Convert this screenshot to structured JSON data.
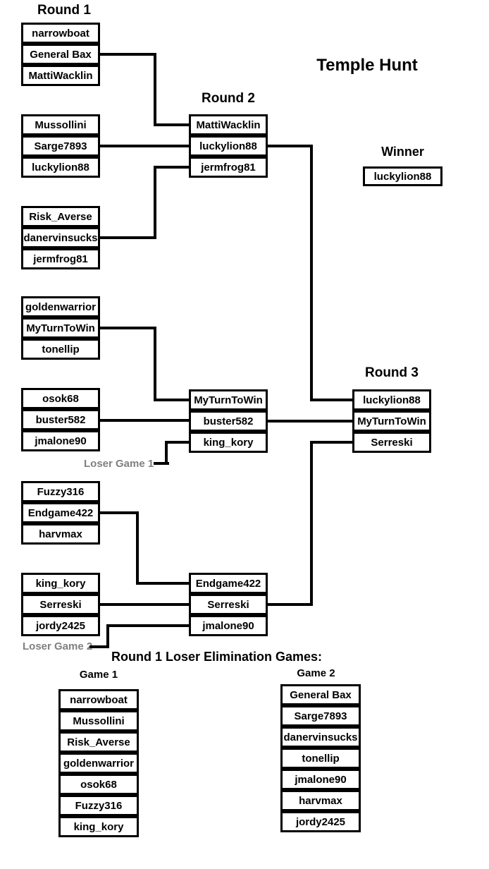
{
  "title": "Temple Hunt",
  "colors": {
    "background": "#ffffff",
    "line": "#000000",
    "box_border": "#000000",
    "loser_label": "#808080"
  },
  "headings": {
    "round1": "Round 1",
    "round2": "Round 2",
    "round3": "Round 3",
    "winner": "Winner",
    "elimination": "Round 1 Loser Elimination Games:",
    "loser_game_1": "Loser Game 1",
    "loser_game_2": "Loser Game 2"
  },
  "round1": {
    "groups": [
      {
        "players": [
          "narrowboat",
          "General Bax",
          "MattiWacklin"
        ]
      },
      {
        "players": [
          "Mussollini",
          "Sarge7893",
          "luckylion88"
        ]
      },
      {
        "players": [
          "Risk_Averse",
          "danervinsucks",
          "jermfrog81"
        ]
      },
      {
        "players": [
          "goldenwarrior",
          "MyTurnToWin",
          "tonellip"
        ]
      },
      {
        "players": [
          "osok68",
          "buster582",
          "jmalone90"
        ]
      },
      {
        "players": [
          "Fuzzy316",
          "Endgame422",
          "harvmax"
        ]
      },
      {
        "players": [
          "king_kory",
          "Serreski",
          "jordy2425"
        ]
      }
    ]
  },
  "round2": {
    "groups": [
      {
        "players": [
          "MattiWacklin",
          "luckylion88",
          "jermfrog81"
        ]
      },
      {
        "players": [
          "MyTurnToWin",
          "buster582",
          "king_kory"
        ]
      },
      {
        "players": [
          "Endgame422",
          "Serreski",
          "jmalone90"
        ]
      }
    ]
  },
  "round3": {
    "players": [
      "luckylion88",
      "MyTurnToWin",
      "Serreski"
    ]
  },
  "winner": {
    "player": "luckylion88"
  },
  "elimination": {
    "game1": {
      "label": "Game 1",
      "players": [
        "narrowboat",
        "Mussollini",
        "Risk_Averse",
        "goldenwarrior",
        "osok68",
        "Fuzzy316",
        "king_kory"
      ]
    },
    "game2": {
      "label": "Game 2",
      "players": [
        "General Bax",
        "Sarge7893",
        "danervinsucks",
        "tonellip",
        "jmalone90",
        "harvmax",
        "jordy2425"
      ]
    }
  }
}
